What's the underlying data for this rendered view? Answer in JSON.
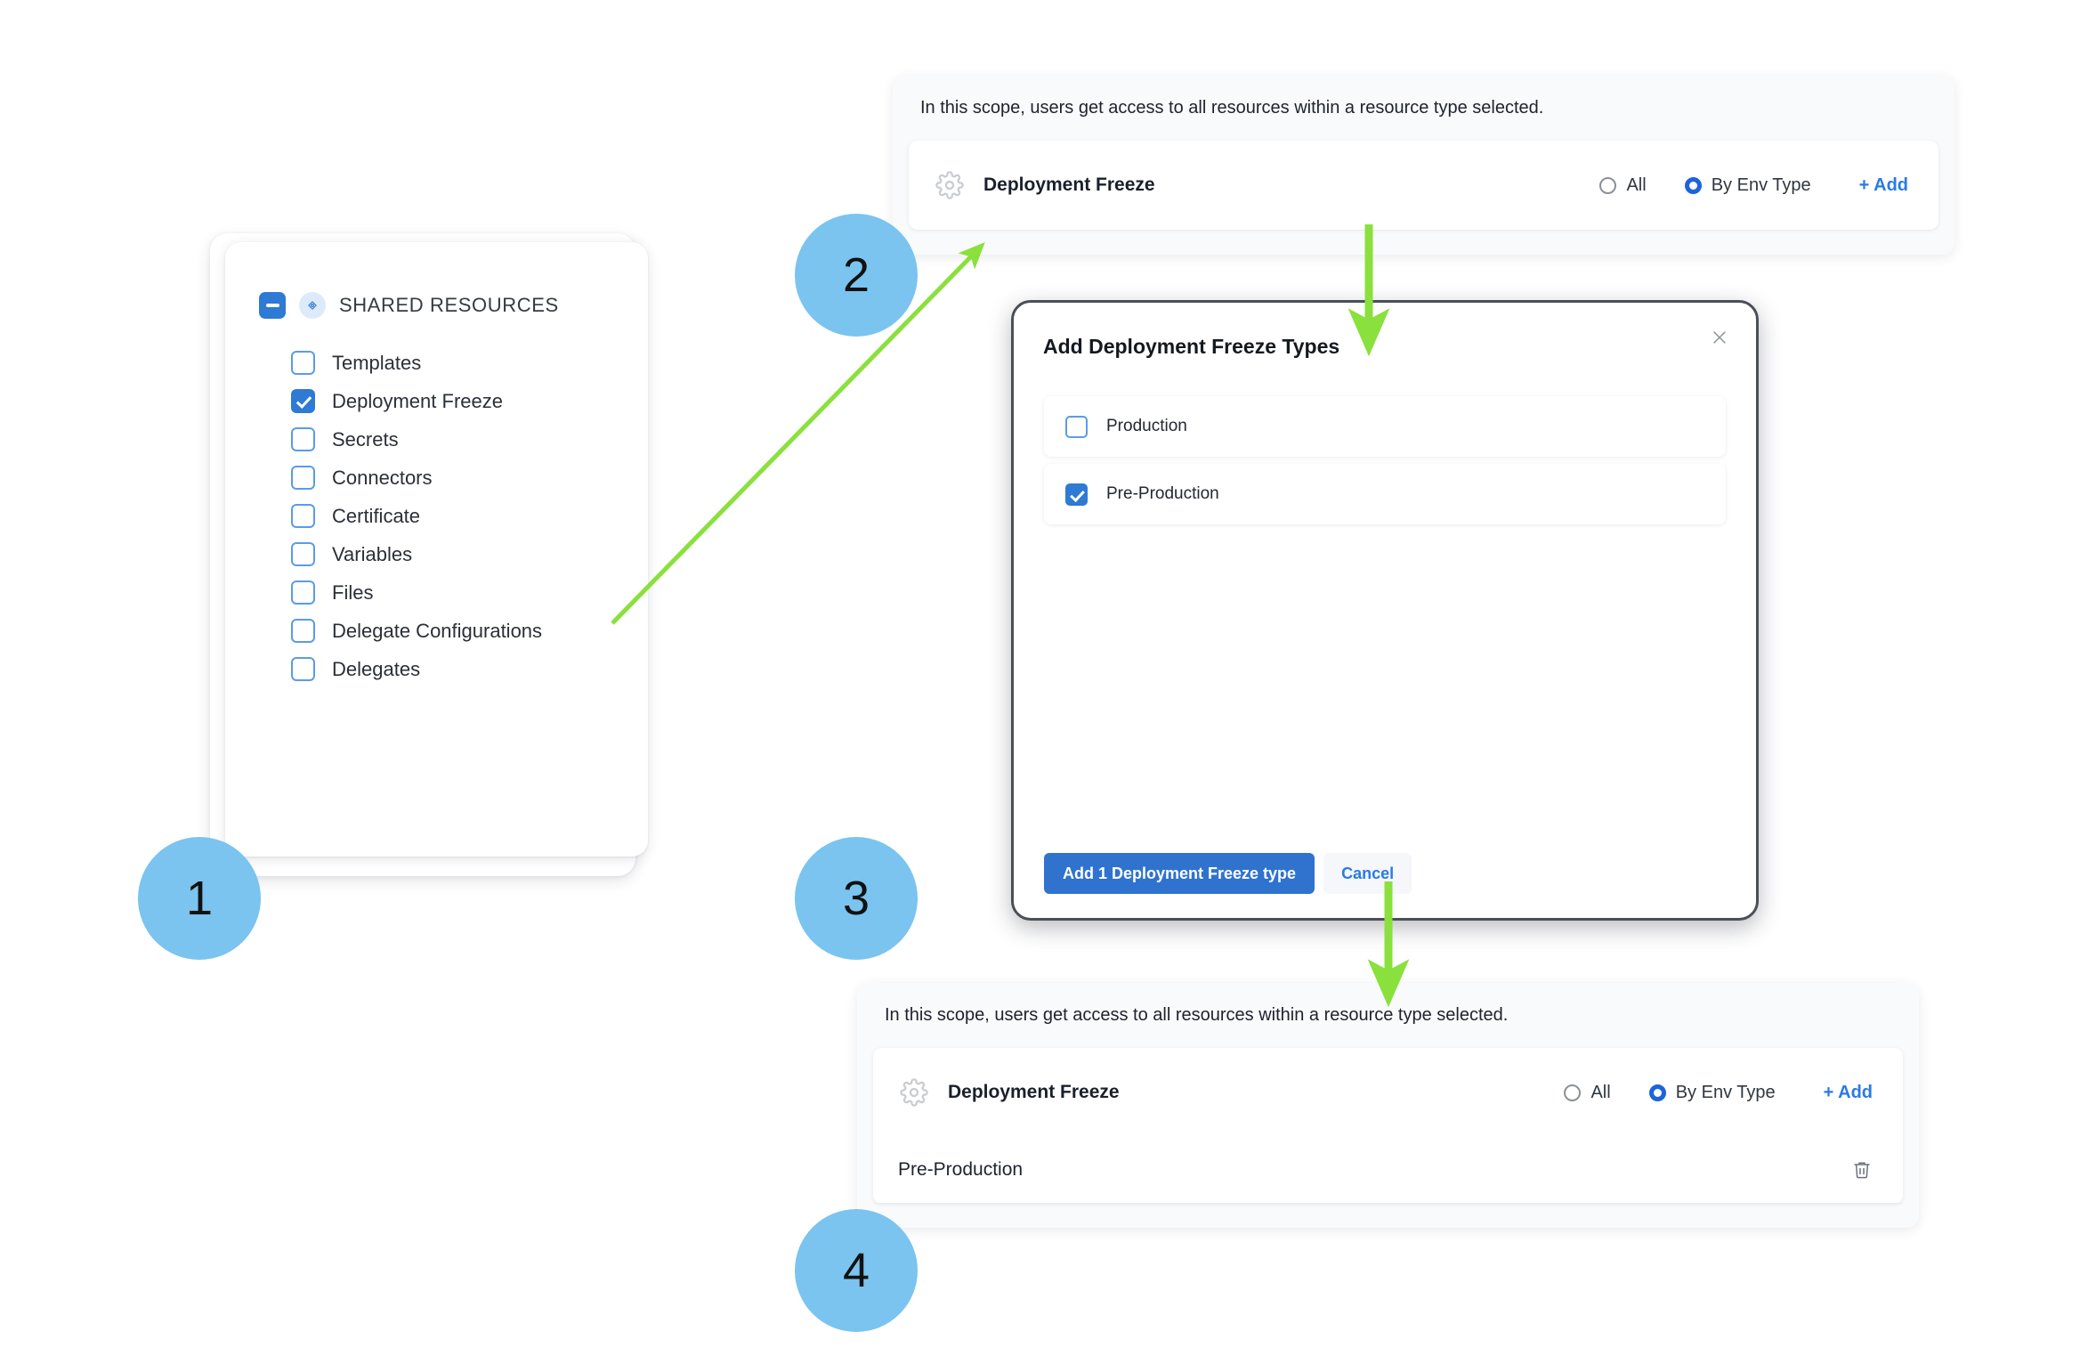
{
  "colors": {
    "step_badge": "#7ac4ef",
    "arrow": "#8ae03c",
    "accent_blue": "#2a7ae6",
    "primary_button": "#2f73cf",
    "checkbox_checked": "#2e7ad4"
  },
  "steps": [
    {
      "number": "1"
    },
    {
      "number": "2"
    },
    {
      "number": "3"
    },
    {
      "number": "4"
    }
  ],
  "resource_tree": {
    "header": {
      "label": "SHARED RESOURCES",
      "collapse_icon": "minus-icon",
      "type_icon": "shared-resources-icon"
    },
    "items": [
      {
        "label": "Templates",
        "checked": false
      },
      {
        "label": "Deployment Freeze",
        "checked": true
      },
      {
        "label": "Secrets",
        "checked": false
      },
      {
        "label": "Connectors",
        "checked": false
      },
      {
        "label": "Certificate",
        "checked": false
      },
      {
        "label": "Variables",
        "checked": false
      },
      {
        "label": "Files",
        "checked": false
      },
      {
        "label": "Delegate Configurations",
        "checked": false
      },
      {
        "label": "Delegates",
        "checked": false
      }
    ]
  },
  "scope_panel_top": {
    "note": "In this scope, users get access to all resources within a resource type selected.",
    "resource_name": "Deployment Freeze",
    "gear_icon": "gear-icon",
    "radio_all_label": "All",
    "radio_env_label": "By Env Type",
    "selected_radio": "By Env Type",
    "add_label": "+ Add",
    "selected_env_types": []
  },
  "modal": {
    "title": "Add Deployment Freeze Types",
    "close_icon": "close-icon",
    "options": [
      {
        "label": "Production",
        "checked": false
      },
      {
        "label": "Pre-Production",
        "checked": true
      }
    ],
    "primary_button": "Add 1 Deployment Freeze type",
    "secondary_button": "Cancel"
  },
  "scope_panel_bottom": {
    "note": "In this scope, users get access to all resources within a resource type selected.",
    "resource_name": "Deployment Freeze",
    "gear_icon": "gear-icon",
    "radio_all_label": "All",
    "radio_env_label": "By Env Type",
    "selected_radio": "By Env Type",
    "add_label": "+ Add",
    "selected_env_types": [
      {
        "label": "Pre-Production",
        "delete_icon": "trash-icon"
      }
    ]
  }
}
